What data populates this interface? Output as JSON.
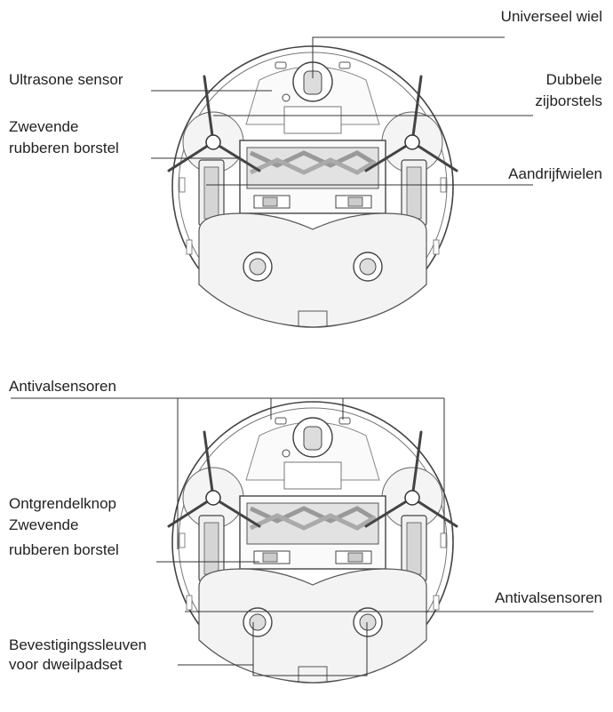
{
  "top_diagram": {
    "universal_wheel": "Universeel wiel",
    "ultrasonic_sensor": "Ultrasone sensor",
    "dual_side_brushes_1": "Dubbele",
    "dual_side_brushes_2": "zijborstels",
    "floating_rubber_brush_1": "Zwevende",
    "floating_rubber_brush_2": "rubberen borstel",
    "drive_wheels": "Aandrijfwielen"
  },
  "bottom_diagram": {
    "cliff_sensors_top": "Antivalsensoren",
    "release_button": "Ontgrendelknop",
    "floating_rubber_brush_1": "Zwevende",
    "floating_rubber_brush_2": "rubberen borstel",
    "cliff_sensors_side": "Antivalsensoren",
    "mop_pad_slots_1": "Bevestigingssleuven",
    "mop_pad_slots_2": "voor dweilpadset"
  },
  "colors": {
    "line": "#333333",
    "stroke": "#444444",
    "fill_light": "#f5f5f5",
    "fill_mid": "#e4e4e4",
    "fill_dark": "#bdbdbd"
  }
}
